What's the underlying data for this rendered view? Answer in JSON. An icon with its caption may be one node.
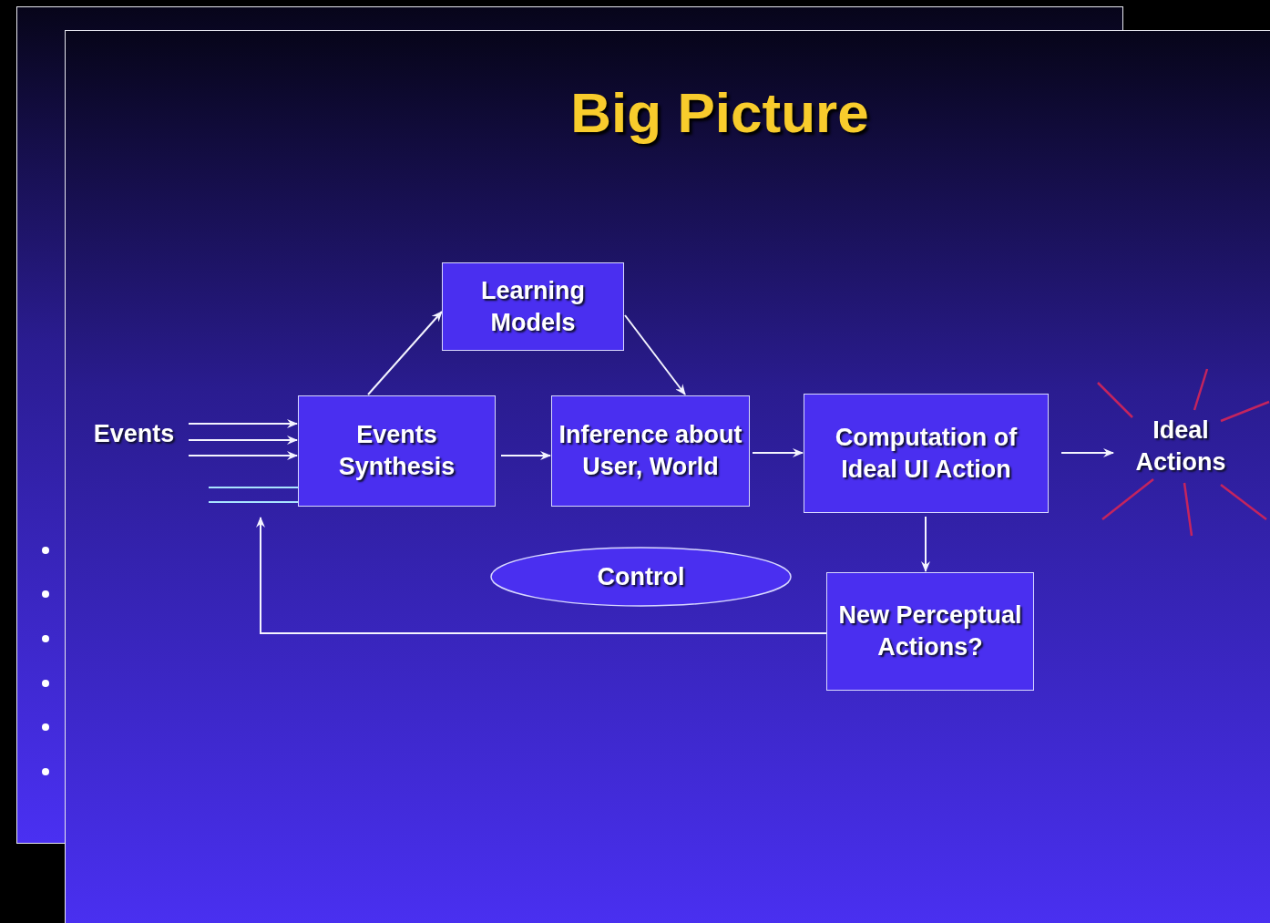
{
  "diagram": {
    "title": "Big Picture",
    "nodes": [
      {
        "text": [
          "Events"
        ]
      },
      {
        "text": [
          "Events Synthesis"
        ]
      },
      {
        "text": [
          "Learning Models"
        ]
      },
      {
        "text": [
          "Inference about User, World"
        ]
      },
      {
        "text": [
          "Computation of Ideal UI Action"
        ]
      },
      {
        "text": [
          "Ideal Actions"
        ]
      },
      {
        "text": [
          "Control"
        ]
      },
      {
        "text": [
          "New Perceptual Actions?"
        ]
      }
    ],
    "edges": [
      {
        "from": 0,
        "to": 1,
        "arrow": "to"
      },
      {
        "from": 0,
        "to": 1,
        "arrow": "to"
      },
      {
        "from": 0,
        "to": 1,
        "arrow": "to"
      },
      {
        "from": null,
        "to": 1,
        "arrow": "none",
        "color": "#a8e4ff"
      },
      {
        "from": null,
        "to": 1,
        "arrow": "none",
        "color": "#a8e4ff"
      },
      {
        "from": 1,
        "to": 2,
        "arrow": "to"
      },
      {
        "from": 2,
        "to": 3,
        "arrow": "to"
      },
      {
        "from": 1,
        "to": 3,
        "arrow": "to"
      },
      {
        "from": 3,
        "to": 4,
        "arrow": "to"
      },
      {
        "from": 4,
        "to": 5,
        "arrow": "to"
      },
      {
        "from": 4,
        "to": 7,
        "arrow": "to"
      },
      {
        "from": 7,
        "to": null,
        "arrow": "to"
      }
    ]
  }
}
